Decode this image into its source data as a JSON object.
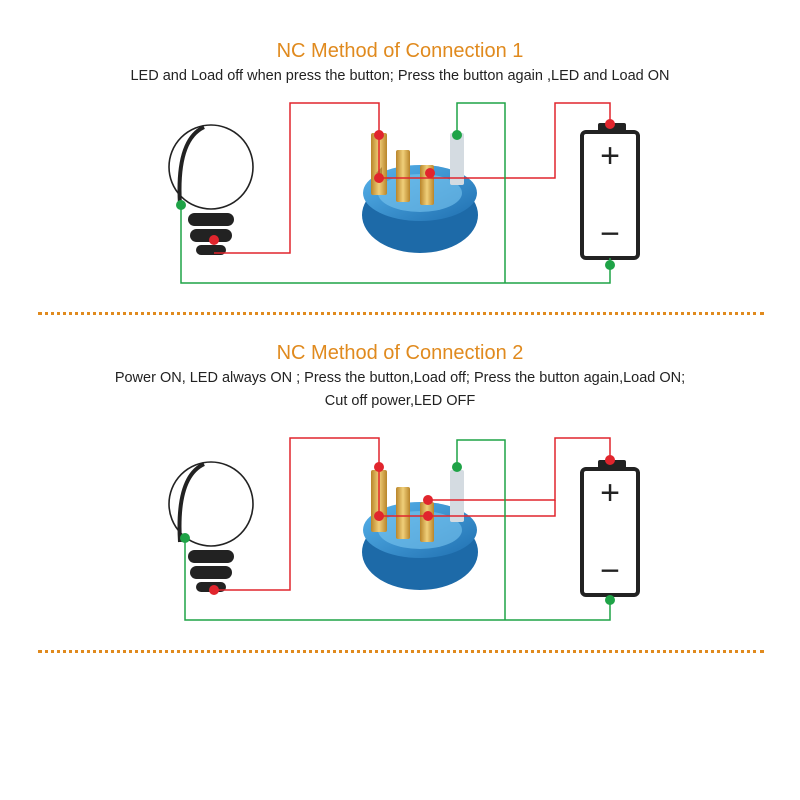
{
  "colors": {
    "title": "#e08a1e",
    "wire_red": "#e1252d",
    "wire_green": "#1fa347",
    "divider": "#e08a1e",
    "switch_body": "#2f8fd0",
    "terminal": "#d3a03a"
  },
  "sections": [
    {
      "title": "NC  Method of Connection 1",
      "description": "LED and Load off when press the button; Press the button again ,LED and Load ON"
    },
    {
      "title": "NC  Method of Connection 2",
      "description_line1": "Power ON, LED always ON ; Press the button,Load off;  Press the button again,Load ON;",
      "description_line2": "Cut off power,LED OFF"
    }
  ],
  "battery": {
    "plus_symbol": "+",
    "minus_symbol": "−"
  },
  "icons": [
    "bulb-icon",
    "switch-icon",
    "battery-icon"
  ]
}
